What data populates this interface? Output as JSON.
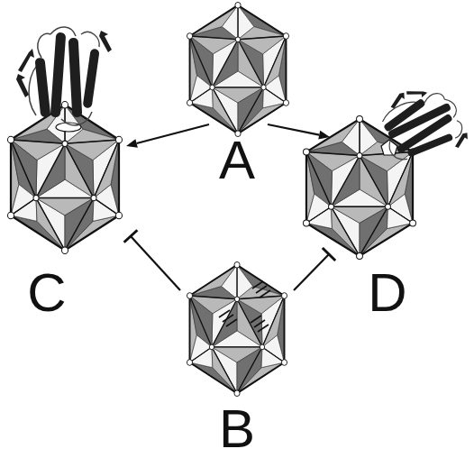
{
  "diagram": {
    "nodes": [
      {
        "text": [
          "A"
        ]
      },
      {
        "text": [
          "C"
        ]
      },
      {
        "text": [
          "D"
        ]
      },
      {
        "text": [
          "B"
        ]
      }
    ],
    "edges": [
      {
        "from": 0,
        "to": 1,
        "arrow": "to"
      },
      {
        "from": 0,
        "to": 2,
        "arrow": "to"
      },
      {
        "from": 3,
        "to": 1,
        "arrow": "to"
      },
      {
        "from": 3,
        "to": 2,
        "arrow": "to"
      }
    ]
  }
}
